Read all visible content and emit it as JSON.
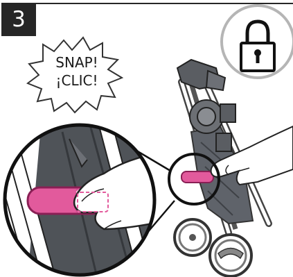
{
  "step": {
    "number": "3"
  },
  "callout": {
    "line1": "SNAP!",
    "line2": "¡CLIC!"
  },
  "icons": {
    "lock": "lock-icon"
  },
  "colors": {
    "badge": "#262626",
    "latch_pink": "#e25a9c",
    "frame_gray": "#6b6b6b",
    "lock_circle": "#b5b5b5"
  }
}
